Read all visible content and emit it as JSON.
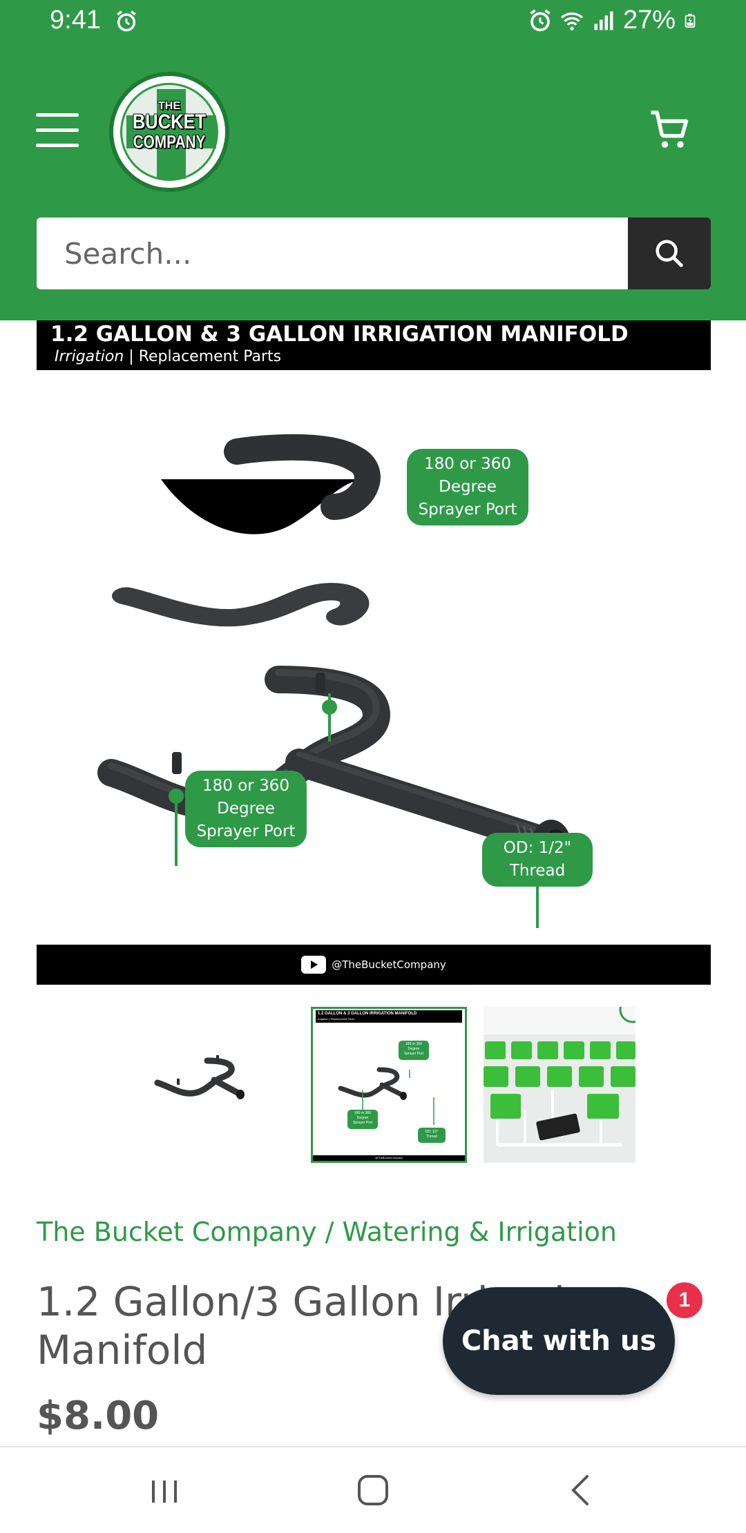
{
  "status_bar": {
    "time": "9:41",
    "battery": "27%"
  },
  "header": {
    "logo_lines": [
      "THE",
      "BUCKET",
      "COMPANY"
    ],
    "search_placeholder": "Search..."
  },
  "product_image": {
    "banner_title": "1.2 GALLON & 3 GALLON IRRIGATION MANIFOLD",
    "banner_sub_italic": "Irrigation",
    "banner_sub_sep": " | ",
    "banner_sub_rest": "Replacement Parts",
    "callout_top": [
      "180 or 360",
      "Degree",
      "Sprayer Port"
    ],
    "callout_left": [
      "180 or 360",
      "Degree",
      "Sprayer Port"
    ],
    "callout_right": [
      "OD: 1/2\"",
      "Thread"
    ],
    "footer_handle": "@TheBucketCompany"
  },
  "thumb2": {
    "banner_title": "1.2 GALLON & 3 GALLON IRRIGATION MANIFOLD",
    "banner_sub": "Irrigation | Replacement Parts",
    "callout_top": [
      "180 or 360",
      "Degree",
      "Sprayer Port"
    ],
    "callout_left": [
      "180 or 360",
      "Degree",
      "Sprayer Port"
    ],
    "callout_right": [
      "OD: 1/2\"",
      "Thread"
    ],
    "footer_handle": "@TheBucketCompany"
  },
  "product": {
    "breadcrumb": "The Bucket Company / Watering & Irrigation",
    "title": "1.2 Gallon/3 Gallon Irrigation Manifold",
    "price": "$8.00"
  },
  "chat": {
    "label": "Chat with us",
    "badge": "1"
  },
  "colors": {
    "brand_green": "#2e9a47",
    "dark": "#1e2933",
    "badge_red": "#e8304a"
  }
}
